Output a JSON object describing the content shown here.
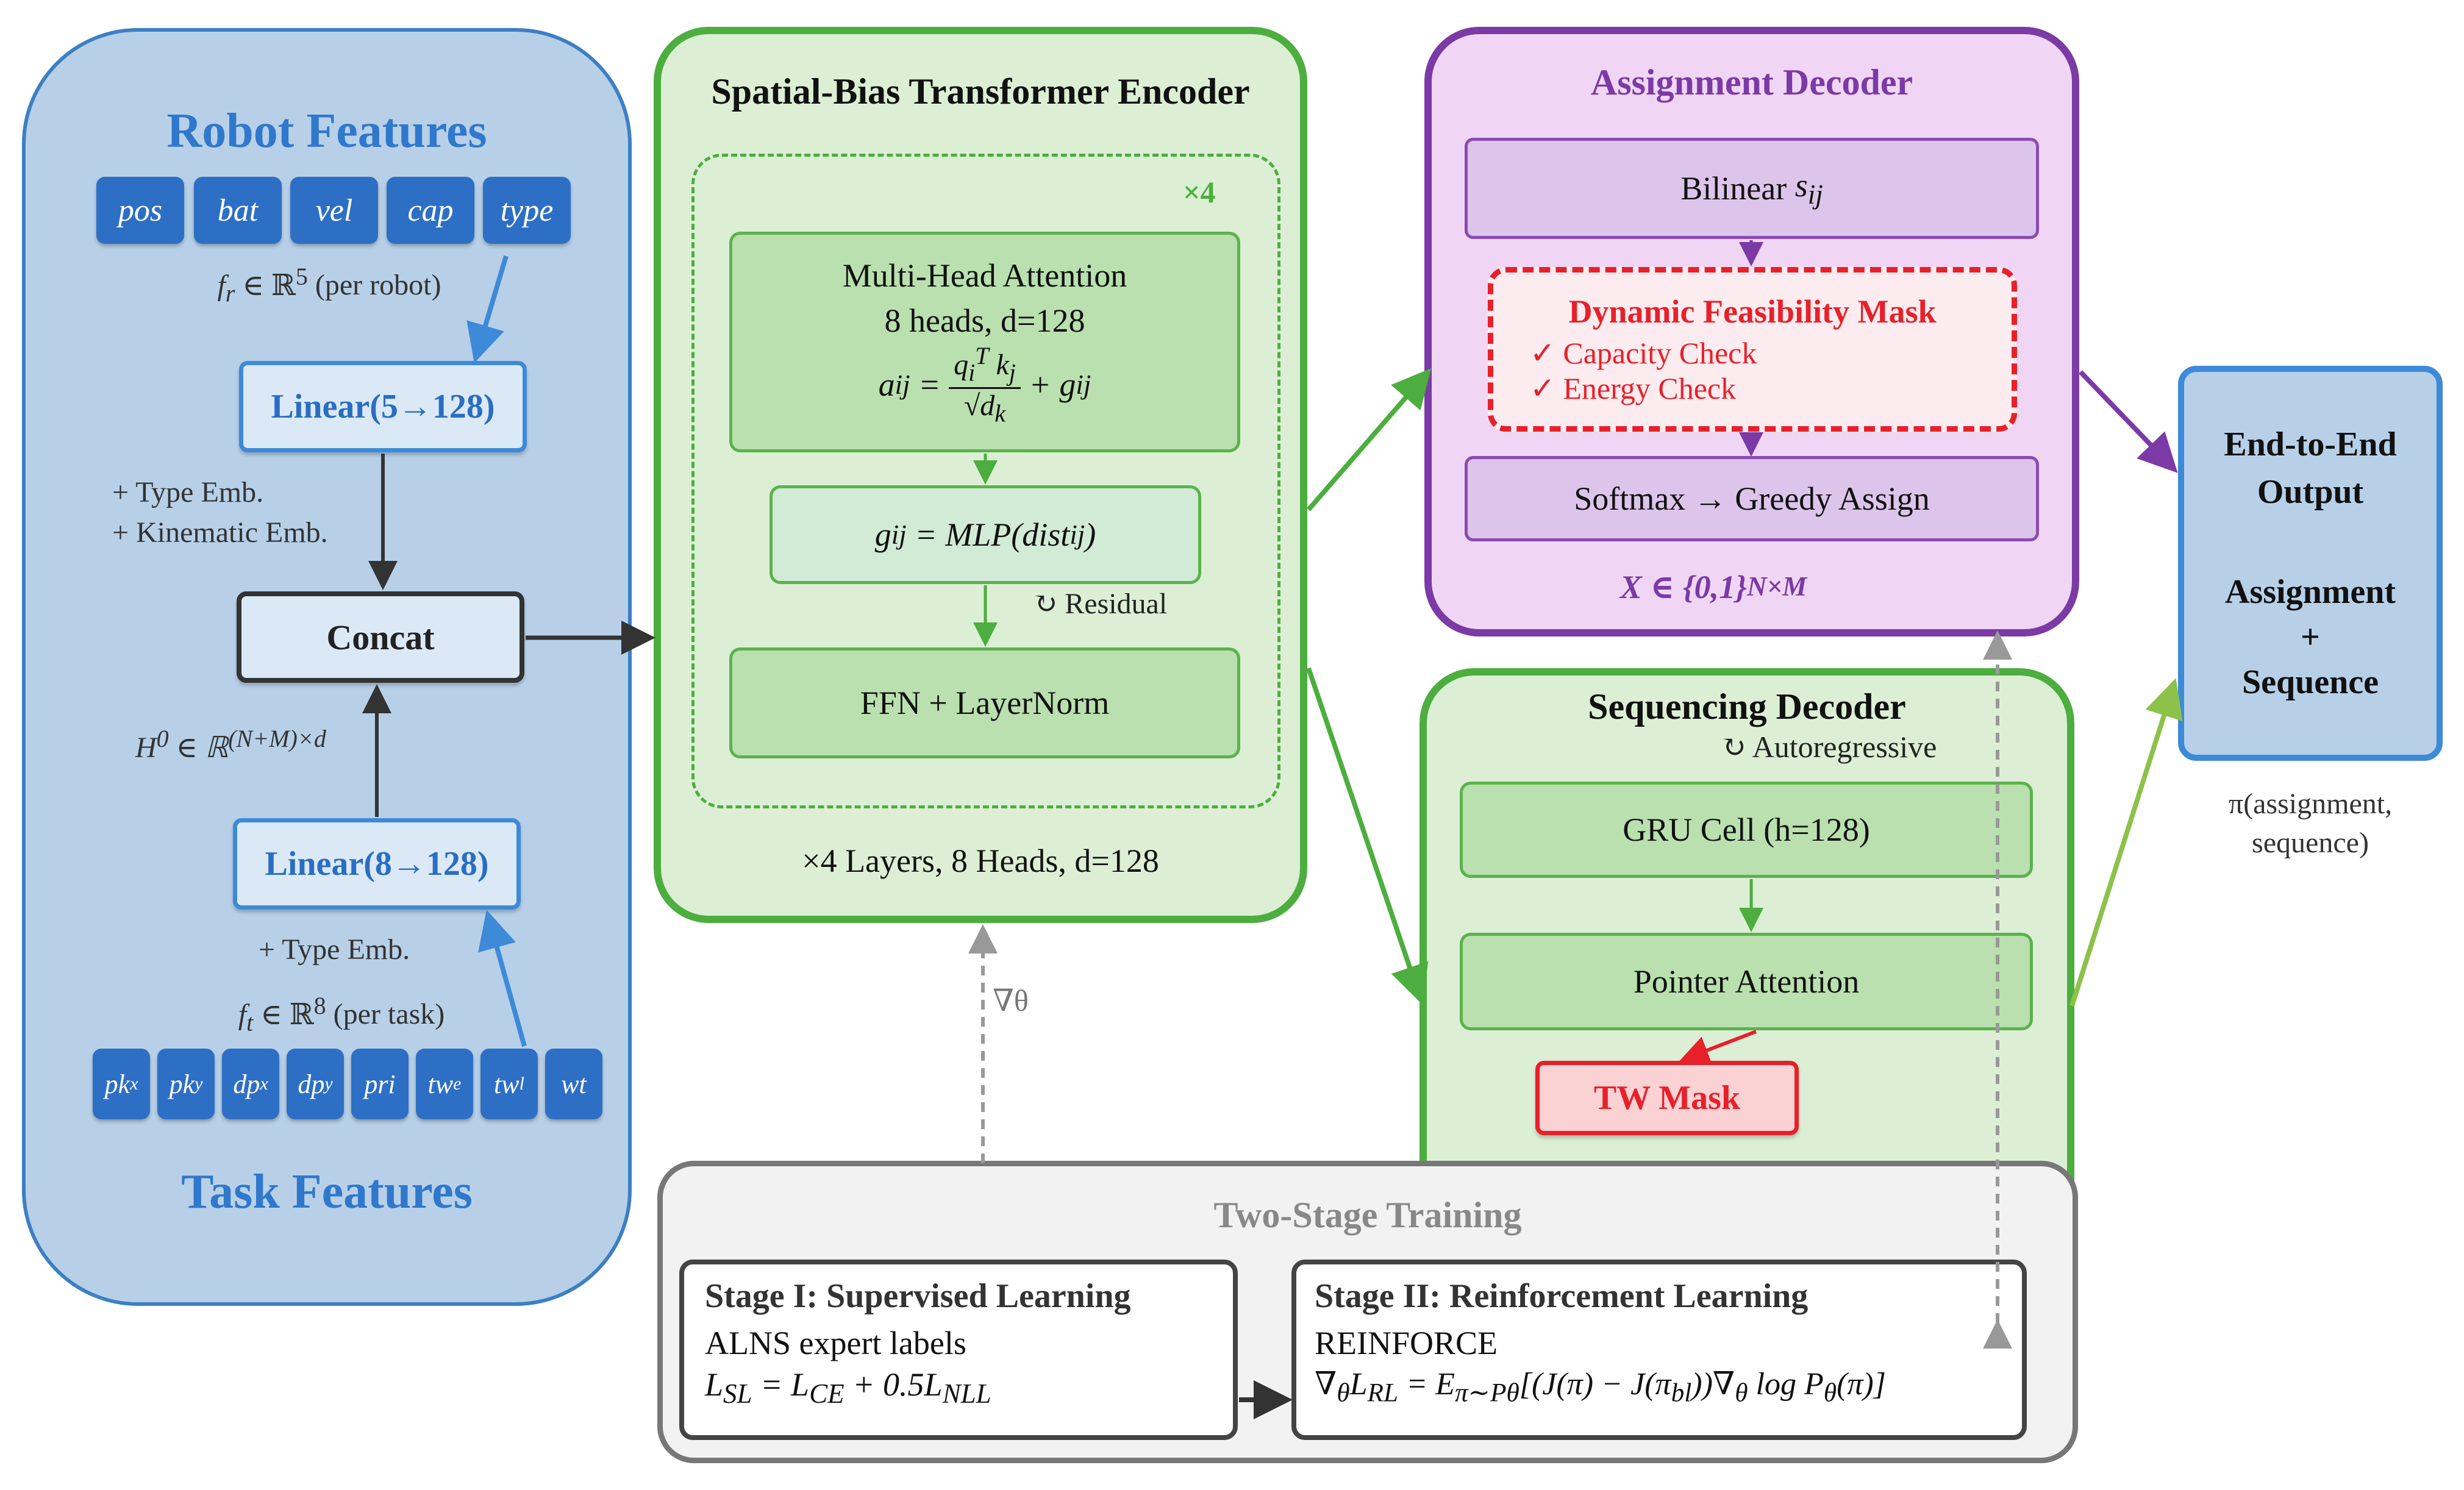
{
  "left": {
    "robot_title": "Robot Features",
    "robot_chips": [
      "pos",
      "bat",
      "vel",
      "cap",
      "type"
    ],
    "robot_dim": "(per robot)",
    "linear_robot": "Linear(5→128)",
    "robot_emb_1": "+ Type Emb.",
    "robot_emb_2": "+ Kinematic Emb.",
    "concat": "Concat",
    "task_emb": "+ Type Emb.",
    "linear_task": "Linear(8→128)",
    "task_dim": "(per task)",
    "task_title": "Task Features"
  },
  "encoder": {
    "title": "Spatial-Bias Transformer Encoder",
    "repeat": "×4",
    "mha_line1": "Multi-Head Attention",
    "mha_line2": "8 heads, d=128",
    "residual": "↻ Residual",
    "ffn": "FFN + LayerNorm",
    "footer": "×4 Layers, 8 Heads, d=128",
    "grad": "∇θ"
  },
  "assignment": {
    "title": "Assignment Decoder",
    "bilinear": "Bilinear",
    "mask_title": "Dynamic Feasibility Mask",
    "mask_check_1": "✓ Capacity Check",
    "mask_check_2": "✓ Energy Check",
    "softmax": "Softmax → Greedy Assign"
  },
  "sequencing": {
    "title": "Sequencing Decoder",
    "autoregressive": "↻ Autoregressive",
    "gru": "GRU Cell (h=128)",
    "pointer": "Pointer Attention",
    "tw_mask": "TW Mask"
  },
  "output": {
    "line1": "End-to-End",
    "line2": "Output",
    "line3": "Assignment",
    "line4": "+",
    "line5": "Sequence",
    "caption_1": "π(assignment,",
    "caption_2": "sequence)"
  },
  "training": {
    "title": "Two-Stage Training",
    "stage1_title": "Stage I: Supervised Learning",
    "stage1_desc": "ALNS expert labels",
    "stage2_title": "Stage II: Reinforcement Learning",
    "stage2_desc": "REINFORCE"
  },
  "colors": {
    "blue": "#2f78cc",
    "green": "#4cae3e",
    "purple": "#7b3aa6",
    "red": "#e8202a",
    "gray": "#777777"
  }
}
